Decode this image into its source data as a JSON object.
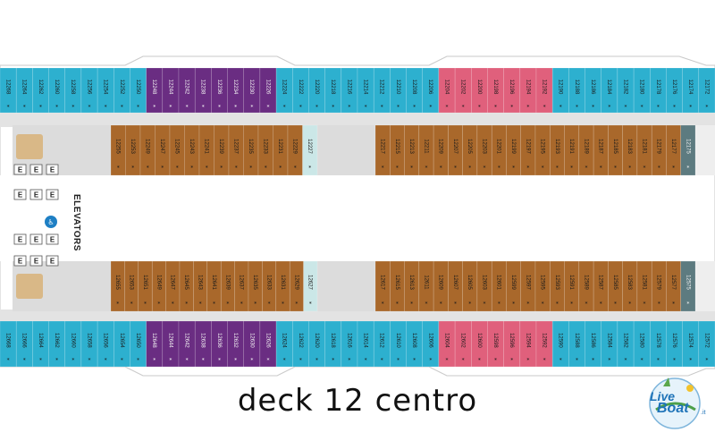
{
  "title": "deck 12 centro",
  "elevators_label": "ELEVATORS",
  "elevator_mark": "E",
  "accessible_icon": "accessible-icon",
  "watermark": {
    "line1": "Live",
    "line2": "Boat",
    "suffix": ".it"
  },
  "colors": {
    "balcony": "#2db0cf",
    "suite": "#6a2d82",
    "special": "#e0607c",
    "inside": "#a9682b",
    "teal_special": "#5d7b80",
    "light_special": "#cbe7e7",
    "corridor": "#d6d6d6",
    "stair": "#d9b887"
  },
  "cabins": {
    "top_outer": [
      "12268",
      "12264",
      "12262",
      "12260",
      "12258",
      "12256",
      "12254",
      "12252",
      "12250",
      "12248",
      "12244",
      "12242",
      "12238",
      "12236",
      "12234",
      "12230",
      "12226",
      "12224",
      "12222",
      "12220",
      "12218",
      "12216",
      "12214",
      "12212",
      "12210",
      "12208",
      "12206",
      "12204",
      "12202",
      "12200",
      "12198",
      "12196",
      "12194",
      "12192",
      "12190",
      "12188",
      "12186",
      "12184",
      "12182",
      "12180",
      "12178",
      "12176",
      "12174",
      "12172"
    ],
    "top_inner_left": [
      "12255",
      "12253",
      "12249",
      "12247",
      "12245",
      "12243",
      "12241",
      "12239",
      "12237",
      "12235",
      "12233",
      "12231",
      "12229",
      "12227"
    ],
    "top_inner_right": [
      "12217",
      "12215",
      "12213",
      "12211",
      "12209",
      "12207",
      "12205",
      "12203",
      "12201",
      "12199",
      "12197",
      "12195",
      "12193",
      "12191",
      "12189",
      "12187",
      "12185",
      "12183",
      "12181",
      "12179",
      "12177",
      "12175"
    ],
    "bottom_inner_left": [
      "12655",
      "12653",
      "12651",
      "12649",
      "12647",
      "12645",
      "12643",
      "12641",
      "12639",
      "12637",
      "12635",
      "12633",
      "12631",
      "12629",
      "12627"
    ],
    "bottom_inner_right": [
      "12617",
      "12615",
      "12613",
      "12611",
      "12609",
      "12607",
      "12605",
      "12603",
      "12601",
      "12599",
      "12597",
      "12595",
      "12593",
      "12591",
      "12589",
      "12587",
      "12585",
      "12583",
      "12581",
      "12579",
      "12577",
      "12575"
    ],
    "bottom_outer": [
      "12668",
      "12666",
      "12664",
      "12662",
      "12660",
      "12658",
      "12656",
      "12654",
      "12650",
      "12648",
      "12644",
      "12642",
      "12638",
      "12636",
      "12632",
      "12630",
      "12626",
      "12624",
      "12622",
      "12620",
      "12618",
      "12616",
      "12614",
      "12612",
      "12610",
      "12608",
      "12606",
      "12604",
      "12602",
      "12600",
      "12598",
      "12596",
      "12594",
      "12592",
      "12590",
      "12588",
      "12586",
      "12584",
      "12582",
      "12580",
      "12578",
      "12576",
      "12574",
      "12572"
    ]
  }
}
